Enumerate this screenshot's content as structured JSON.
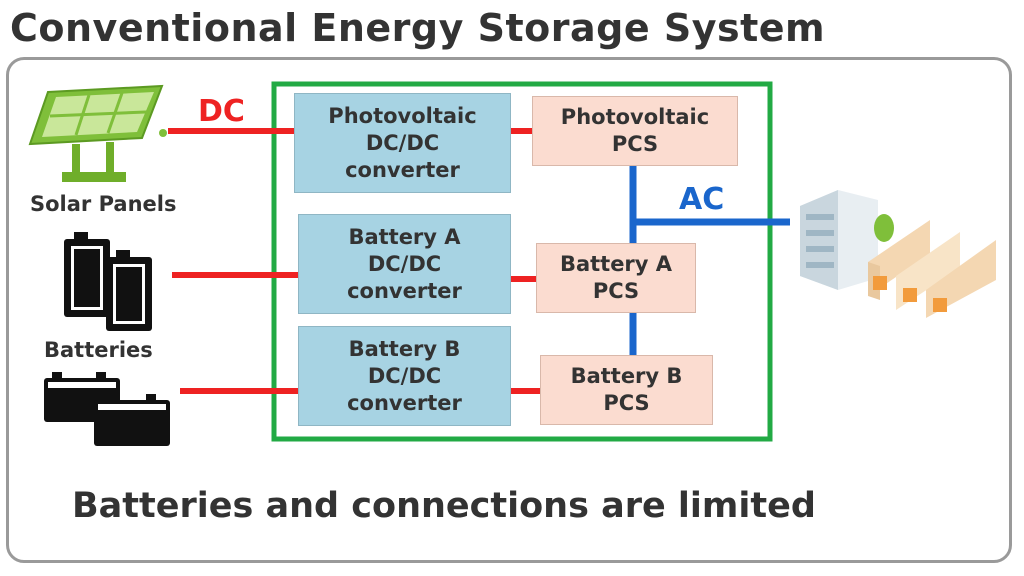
{
  "title": "Conventional Energy Storage System",
  "labels": {
    "dc": "DC",
    "ac": "AC",
    "solar_panels": "Solar Panels",
    "batteries": "Batteries"
  },
  "converters": {
    "pv": [
      "Photovoltaic",
      "DC/DC",
      "converter"
    ],
    "battery_a": [
      "Battery A",
      "DC/DC",
      "converter"
    ],
    "battery_b": [
      "Battery B",
      "DC/DC",
      "converter"
    ]
  },
  "pcs": {
    "pv": [
      "Photovoltaic",
      "PCS"
    ],
    "battery_a": [
      "Battery A",
      "PCS"
    ],
    "battery_b": [
      "Battery B",
      "PCS"
    ]
  },
  "caption": "Batteries and connections are limited",
  "colors": {
    "dc_line": "#ee2222",
    "ac_line": "#1a66cc",
    "system_border": "#22aa44",
    "converter_fill": "#a7d3e3",
    "pcs_fill": "#fbdcd0",
    "frame_border": "#9a9a9a"
  },
  "icons": [
    "solar-panel-icon",
    "battery-icon",
    "car-battery-icon",
    "buildings-icon"
  ]
}
